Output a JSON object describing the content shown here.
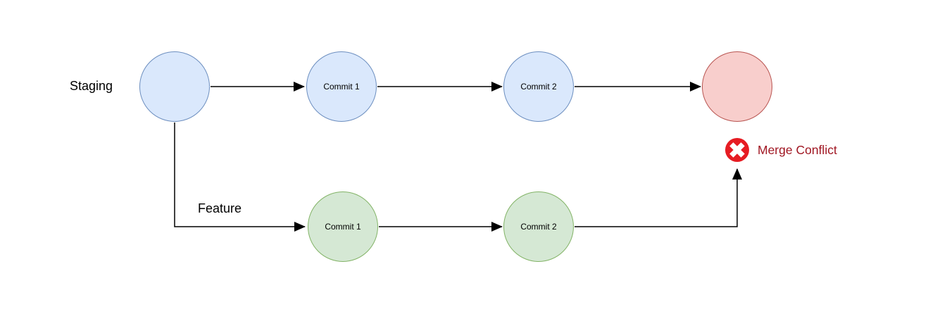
{
  "branches": {
    "staging": {
      "label": "Staging",
      "nodes": [
        {
          "id": "staging-start",
          "label": ""
        },
        {
          "id": "staging-commit-1",
          "label": "Commit 1"
        },
        {
          "id": "staging-commit-2",
          "label": "Commit 2"
        },
        {
          "id": "staging-merge-target",
          "label": ""
        }
      ]
    },
    "feature": {
      "label": "Feature",
      "nodes": [
        {
          "id": "feature-commit-1",
          "label": "Commit 1"
        },
        {
          "id": "feature-commit-2",
          "label": "Commit 2"
        }
      ]
    }
  },
  "annotation": {
    "icon": "error-x-icon",
    "label": "Merge Conflict"
  },
  "colors": {
    "staging_node_fill": "#dae8fc",
    "staging_node_stroke": "#6c8ebf",
    "feature_node_fill": "#d5e8d4",
    "feature_node_stroke": "#82b366",
    "conflict_node_fill": "#f8cecc",
    "conflict_node_stroke": "#b85450",
    "error_icon_fill": "#e61c23",
    "merge_conflict_text": "#a01622",
    "connector": "#000000",
    "background": "#ffffff"
  }
}
